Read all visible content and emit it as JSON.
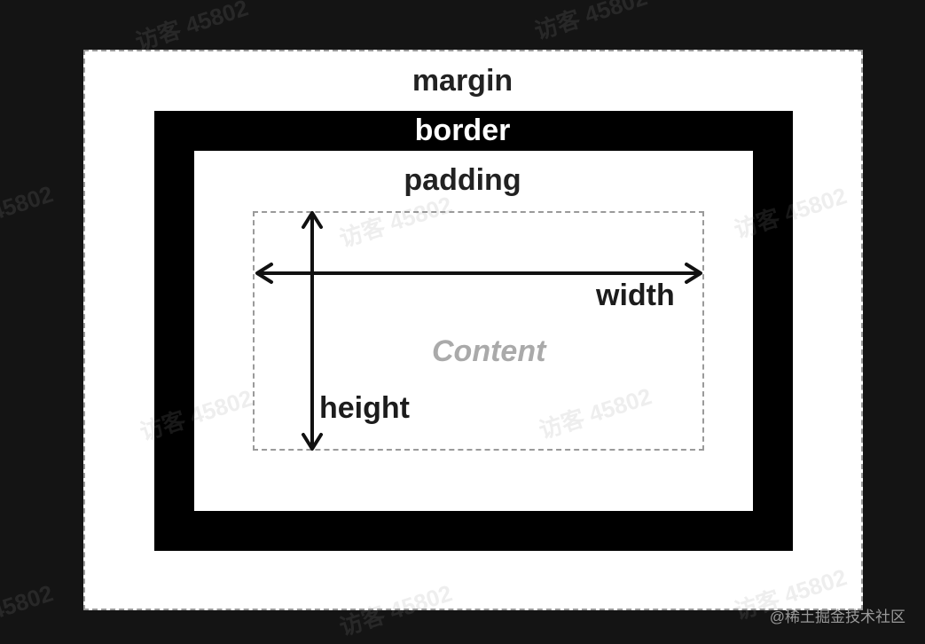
{
  "diagram": {
    "labels": {
      "margin": "margin",
      "border": "border",
      "padding": "padding",
      "width": "width",
      "height": "height",
      "content": "Content"
    },
    "watermark_text": "访客 45802",
    "site_mark": "@稀土掘金技术社区"
  },
  "colors": {
    "background": "#141414",
    "margin_fill": "#ffffff",
    "border_fill": "#000000",
    "padding_fill": "#ffffff",
    "dashed_line": "#9a9a9a",
    "content_text": "#aaaaaa"
  }
}
